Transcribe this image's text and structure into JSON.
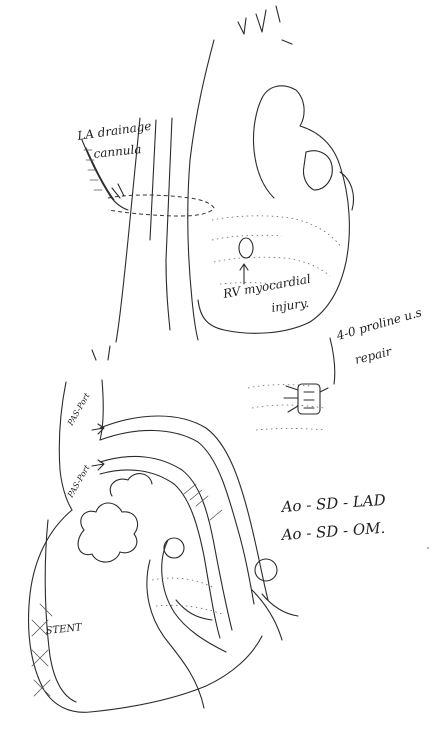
{
  "labels": {
    "la_drainage_line1": "LA drainage",
    "la_drainage_line2": "cannula",
    "rv_line1": "RV myocardial",
    "rv_line2": "injury.",
    "repair_line1": "4-0 proline u.s",
    "repair_line2": "repair",
    "pas_port_1": "PAS-Port",
    "pas_port_2": "PAS-Port",
    "graft_1": "Ao - SD - LAD",
    "graft_2": "Ao - SD - OM.",
    "stent": "STENT"
  }
}
